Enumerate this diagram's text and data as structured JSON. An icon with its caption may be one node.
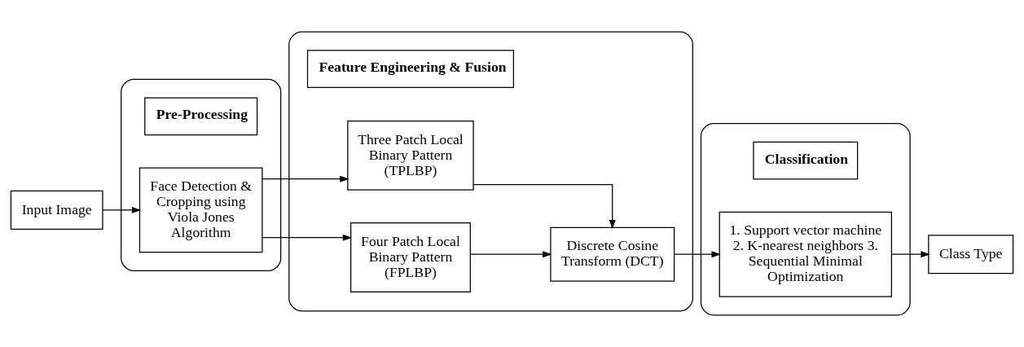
{
  "diagram": {
    "nodes": [
      {
        "text": [
          "Input Image"
        ]
      },
      {
        "text": [],
        "shape": "box"
      },
      {
        "text": [
          "Pre-Processing"
        ],
        "in": 1
      },
      {
        "text": [
          "Face Detection & Cropping using Viola Jones Algorithm"
        ],
        "in": 1
      },
      {
        "text": [],
        "shape": "box"
      },
      {
        "text": [
          "Feature Engineering & Fusion"
        ],
        "in": 4
      },
      {
        "text": [
          "Three Patch Local Binary Pattern (TPLBP)"
        ],
        "in": 4
      },
      {
        "text": [
          "Four Patch Local Binary Pattern (FPLBP)"
        ],
        "in": 4
      },
      {
        "text": [
          "Discrete Cosine Transform (DCT)"
        ],
        "in": 4
      },
      {
        "text": [],
        "shape": "box"
      },
      {
        "text": [
          "Classification"
        ],
        "in": 9
      },
      {
        "text": [
          "1. Support vector machine 2. K-nearest neighbors 3. Sequential Minimal Optimization"
        ],
        "in": 9
      },
      {
        "text": [
          "Class Type"
        ]
      }
    ],
    "edges": [
      {
        "from": 0,
        "to": 3,
        "arrow": "to"
      },
      {
        "from": 3,
        "to": 6,
        "arrow": "to"
      },
      {
        "from": 3,
        "to": 7,
        "arrow": "to"
      },
      {
        "from": 6,
        "to": 8,
        "arrow": "to"
      },
      {
        "from": 7,
        "to": 8,
        "arrow": "to"
      },
      {
        "from": 8,
        "to": 11,
        "arrow": "to"
      },
      {
        "from": 11,
        "to": 12,
        "arrow": "to"
      }
    ]
  }
}
